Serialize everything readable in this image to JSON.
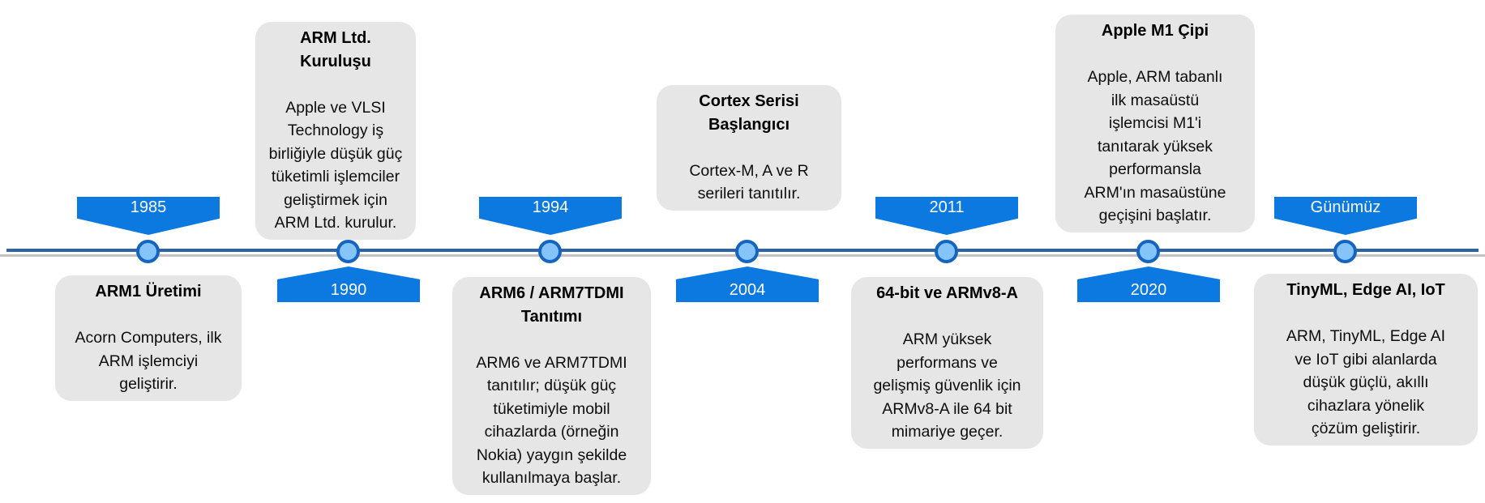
{
  "colors": {
    "banner_blue": "#0b79df",
    "banner_text": "#ffffff",
    "node_fill": "#85c4f8",
    "node_border": "#1565c0",
    "axis_blue": "#2d64a8",
    "axis_shadow_gray": "#c3c3c3",
    "card_background": "#e7e6e6",
    "text_black": "#000000"
  },
  "timeline": {
    "milestones": [
      {
        "year": "1985",
        "title": "ARM1 Üretimi",
        "description": "Acorn Computers, ilk ARM işlemciyi geliştirir."
      },
      {
        "year": "1990",
        "title": "ARM Ltd. Kuruluşu",
        "description": "Apple ve VLSI Technology iş birliğiyle düşük güç tüketimli işlemciler geliştirmek için ARM Ltd. kurulur."
      },
      {
        "year": "1994",
        "title": "ARM6 / ARM7TDMI Tanıtımı",
        "description": "ARM6 ve ARM7TDMI tanıtılır; düşük güç tüketimiyle mobil cihazlarda (örneğin Nokia) yaygın şekilde kullanılmaya başlar."
      },
      {
        "year": "2004",
        "title": "Cortex Serisi Başlangıcı",
        "description": "Cortex-M, A ve R serileri tanıtılır."
      },
      {
        "year": "2011",
        "title": "64-bit ve ARMv8-A",
        "description": "ARM yüksek performans ve gelişmiş güvenlik için ARMv8-A ile 64 bit mimariye geçer."
      },
      {
        "year": "2020",
        "title": "Apple M1 Çipi",
        "description": "Apple, ARM tabanlı ilk masaüstü işlemcisi M1'i tanıtarak yüksek performansla ARM'ın masaüstüne geçişini başlatır."
      },
      {
        "year": "Günümüz",
        "title": "TinyML, Edge AI, IoT",
        "description": "ARM, TinyML, Edge AI ve IoT gibi alanlarda düşük güçlü, akıllı cihazlara yönelik çözüm geliştirir."
      }
    ]
  }
}
